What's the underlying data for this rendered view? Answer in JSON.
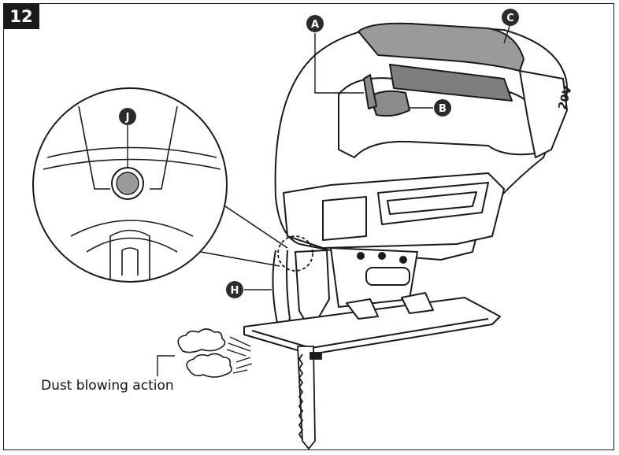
{
  "step": {
    "number": "12"
  },
  "callouts": {
    "a": "A",
    "b": "B",
    "c": "C",
    "h": "H",
    "j": "J"
  },
  "caption": {
    "dust_blowing": "Dust blowing action"
  },
  "tool": {
    "voltage_label": "20V"
  },
  "colors": {
    "ink": "#1a1a1a",
    "tool_gray": "#8c8c8c",
    "badge": "#2b2b2b",
    "paper": "#ffffff"
  },
  "icons": [
    "dust-cloud-icon",
    "magnifier-circle-icon"
  ]
}
